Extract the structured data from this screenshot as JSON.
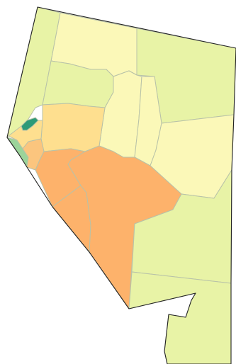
{
  "map": {
    "boundary_color": "#b8c2a8",
    "outline_color": "#222222",
    "regions": [
      {
        "name": "county-humboldt",
        "color": "#fbf8b8"
      },
      {
        "name": "county-elko",
        "color": "#e8f3a6"
      },
      {
        "name": "county-washoe",
        "color": "#e8f3a6"
      },
      {
        "name": "county-pershing",
        "color": "#e8f3a6"
      },
      {
        "name": "county-lander",
        "color": "#fbf8b8"
      },
      {
        "name": "county-eureka",
        "color": "#fbf8b8"
      },
      {
        "name": "county-white-pine",
        "color": "#fbf8b8"
      },
      {
        "name": "county-churchill",
        "color": "#fedf8f"
      },
      {
        "name": "county-storey",
        "color": "#2e9a78"
      },
      {
        "name": "county-carson-city",
        "color": "#9bd49a"
      },
      {
        "name": "county-washoe-south",
        "color": "#fedf8f"
      },
      {
        "name": "county-douglas",
        "color": "#fbc57e"
      },
      {
        "name": "county-lyon",
        "color": "#fdb26b"
      },
      {
        "name": "county-mineral",
        "color": "#fdb26b"
      },
      {
        "name": "county-nye",
        "color": "#fdb26b"
      },
      {
        "name": "county-esmeralda",
        "color": "#e8f3a6"
      },
      {
        "name": "county-lincoln",
        "color": "#e8f3a6"
      },
      {
        "name": "county-clark",
        "color": "#e8f3a6"
      }
    ]
  }
}
